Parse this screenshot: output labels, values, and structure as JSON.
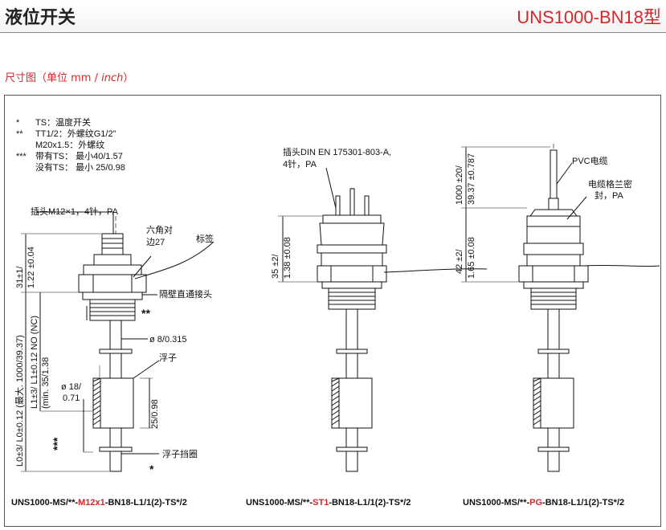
{
  "header": {
    "title": "液位开关",
    "model": "UNS1000-BN18型"
  },
  "section": {
    "label_prefix": "尺寸图（单位 mm / ",
    "label_italic": "inch",
    "label_suffix": "）"
  },
  "notes": {
    "n1_star": "*",
    "n1": "TS：温度开关",
    "n2_star": "**",
    "n2a": "TT1/2：外螺纹G1/2”",
    "n2b": "M20x1.5：外螺纹",
    "n3_star": "***",
    "n3a": "带有TS：  最小40/1.57",
    "n3b": "没有TS：  最小 25/0.98"
  },
  "fig1": {
    "plug": "插头M12×1，4针，PA",
    "hex1": "六角对",
    "hex2": "边27",
    "label": "标签",
    "bulkhead": "隔壁直通接头",
    "stars2": "**",
    "dia8": "ø 8/0.315",
    "float": "浮子",
    "dia18a": "ø 18/",
    "dia18b": "0.71",
    "h25": "25/0.98",
    "ring": "浮子挡圈",
    "star1": "*",
    "stars3": "***",
    "dim31a": "31±1/",
    "dim31b": "1.22 ±0.04",
    "l1a": "L1±3/ L1±0.12 NO (NC)",
    "l1b": "(min. 35/1.38",
    "l0": "L0±3/ L0±0.12 (最大. 1000/39.37)",
    "caption_a": "UNS1000-MS/**-",
    "caption_red": "M12x1",
    "caption_b": "-BN18-L1/1(2)-TS*/2"
  },
  "fig2": {
    "plug1": "插头DIN EN 175301-803-A,",
    "plug2": "4针，PA",
    "dim35a": "35 ±2/",
    "dim35b": "1.38 ±0.08",
    "caption_a": "UNS1000-MS/**-",
    "caption_red": "ST1",
    "caption_b": "-BN18-L1/1(2)-TS*/2"
  },
  "fig3": {
    "cable": "PVC电缆",
    "gland1": "电缆格兰密",
    "gland2": "封，PA",
    "dim1000a": "1000 ±20/",
    "dim1000b": "39.37 ±0.787",
    "dim42a": "42 ±2/",
    "dim42b": "1.65 ±0.08",
    "caption_a": "UNS1000-MS/**-",
    "caption_red": "PG",
    "caption_b": "-BN18-L1/1(2)-TS*/2"
  }
}
